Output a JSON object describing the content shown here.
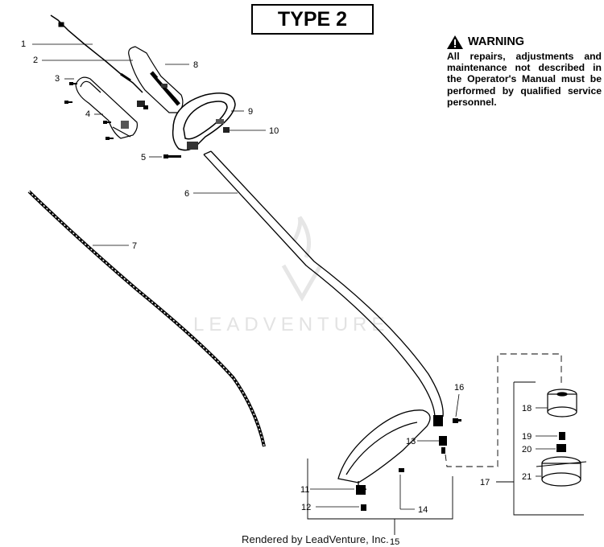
{
  "title": "TYPE 2",
  "warning": {
    "heading": "WARNING",
    "body": "All repairs, adjustments and maintenance not described in the Operator's Manual must be performed by qualified service personnel.",
    "icon": "warning-triangle-icon"
  },
  "watermark": "LEADVENTURE",
  "footer": "Rendered by LeadVenture, Inc.",
  "callouts": [
    "1",
    "2",
    "3",
    "4",
    "5",
    "6",
    "7",
    "8",
    "9",
    "10",
    "11",
    "12",
    "13",
    "14",
    "15",
    "16",
    "17",
    "18",
    "19",
    "20",
    "21"
  ]
}
